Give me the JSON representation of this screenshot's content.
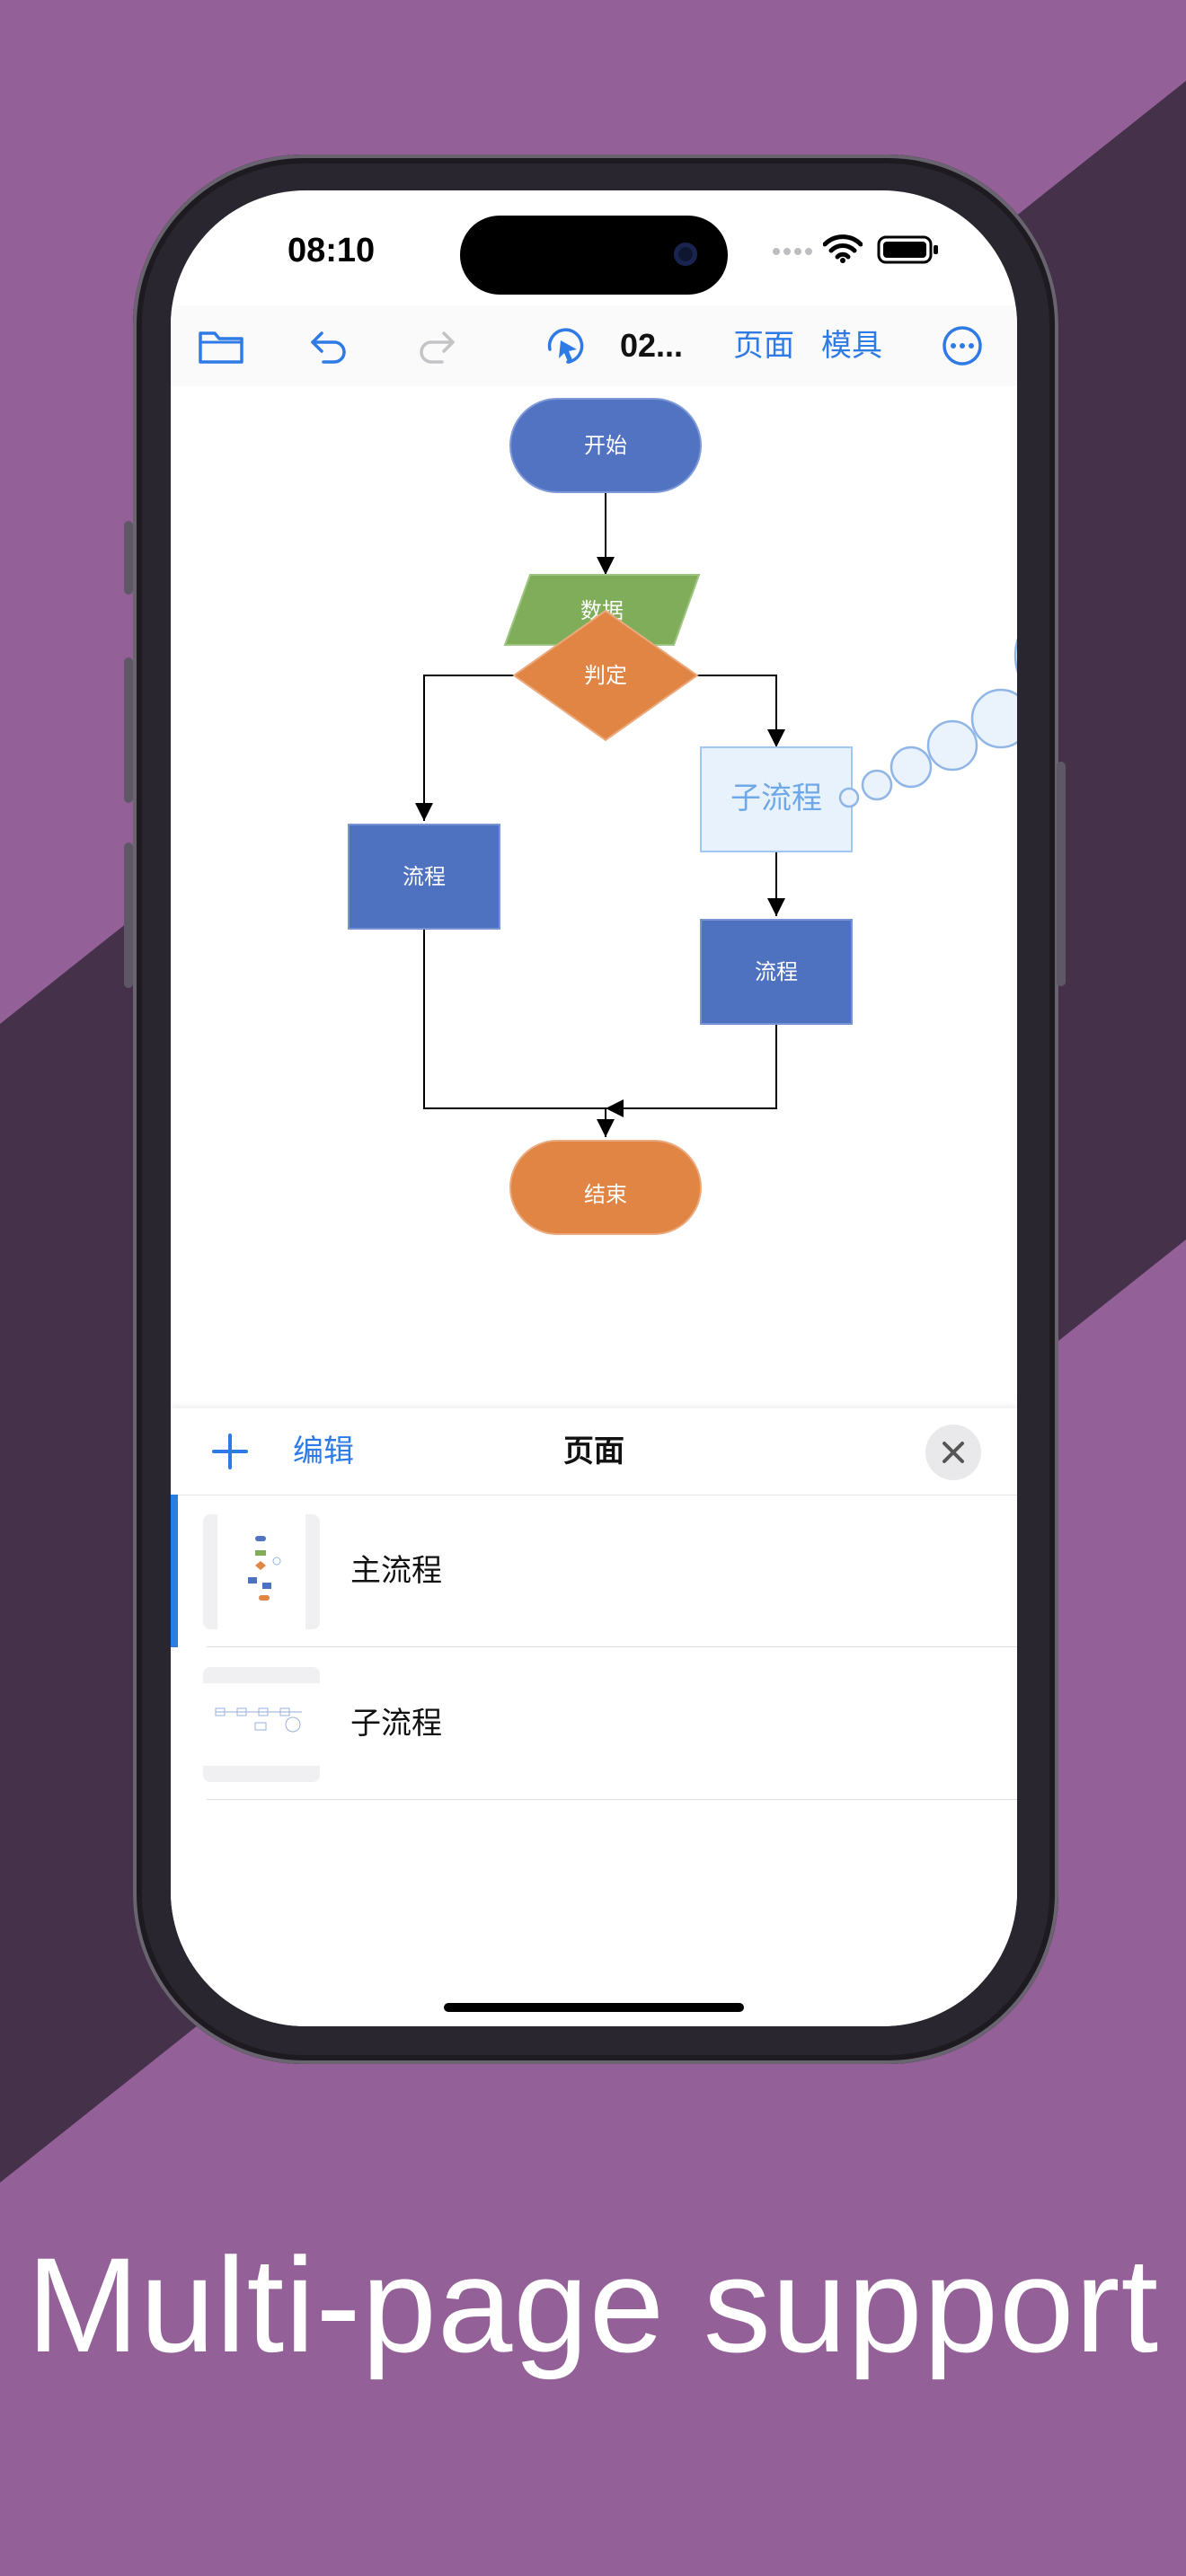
{
  "colors": {
    "background_purple": "#936197",
    "background_dark": "#46314a",
    "accent_blue": "#2f7be6",
    "start_node": "#5273c2",
    "data_node": "#7fad5a",
    "decision_node": "#e08544",
    "process_node": "#4f72c0",
    "subprocess_node": "#e8f2fd",
    "subprocess_text": "#6fa8e8"
  },
  "status_bar": {
    "time": "08:10"
  },
  "toolbar": {
    "folder_icon": "folder-icon",
    "undo_icon": "undo-icon",
    "redo_icon": "redo-icon",
    "select_icon": "select-pointer-icon",
    "document_title": "02...",
    "pages_label": "页面",
    "templates_label": "模具",
    "more_icon": "more-icon"
  },
  "flowchart": {
    "start": "开始",
    "data": "数据",
    "decision": "判定",
    "subprocess": "子流程",
    "process_left": "流程",
    "process_right": "流程",
    "end": "结束"
  },
  "pages_panel": {
    "add_icon": "plus-icon",
    "edit_label": "编辑",
    "title": "页面",
    "close_icon": "close-icon",
    "pages": [
      {
        "label": "主流程",
        "selected": true
      },
      {
        "label": "子流程",
        "selected": false
      }
    ]
  },
  "caption": "Multi-page support"
}
